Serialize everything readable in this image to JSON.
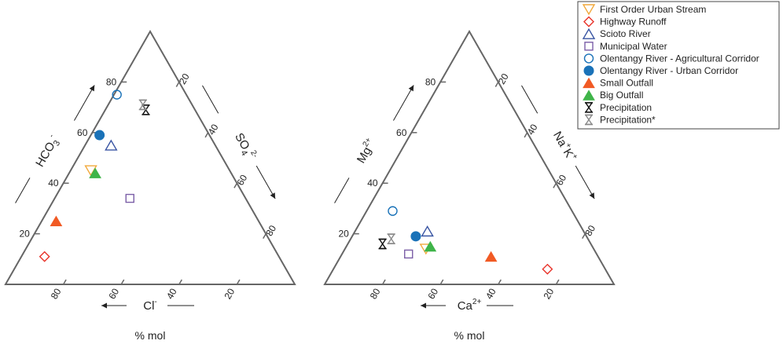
{
  "chart_data": [
    {
      "type": "scatter",
      "subtype": "ternary",
      "chart": "anion",
      "xlabel": "% mol",
      "axes": {
        "left": {
          "label": "HCO3",
          "sup": "-",
          "arrow": "up"
        },
        "right": {
          "label": "SO4",
          "sup": "2-",
          "arrow": "down"
        },
        "bottom": {
          "label": "Cl",
          "sup": "-",
          "arrow": "left"
        }
      },
      "ticks": {
        "left": [
          "20",
          "40",
          "60",
          "80"
        ],
        "right": [
          "20",
          "40",
          "60",
          "80"
        ],
        "bottom": [
          "80",
          "60",
          "40",
          "20"
        ]
      },
      "range": [
        0,
        100
      ],
      "grid": false,
      "points": [
        {
          "series": "First Order Urban Stream",
          "cl": 48,
          "so4": 7,
          "hco3": 45
        },
        {
          "series": "Highway Runoff",
          "cl": 81,
          "so4": 8,
          "hco3": 11
        },
        {
          "series": "Scioto River",
          "cl": 36,
          "so4": 9,
          "hco3": 55
        },
        {
          "series": "Municipal Water",
          "cl": 40,
          "so4": 26,
          "hco3": 34
        },
        {
          "series": "Olentangy River - Agricultural Corridor",
          "cl": 24,
          "so4": 1,
          "hco3": 75
        },
        {
          "series": "Olentangy River - Urban Corridor",
          "cl": 38,
          "so4": 3,
          "hco3": 59
        },
        {
          "series": "Small Outfall",
          "cl": 70,
          "so4": 5,
          "hco3": 25
        },
        {
          "series": "Big Outfall",
          "cl": 47,
          "so4": 9,
          "hco3": 44
        },
        {
          "series": "Precipitation",
          "cl": 17,
          "so4": 14,
          "hco3": 69
        },
        {
          "series": "Precipitation*",
          "cl": 17,
          "so4": 12,
          "hco3": 71
        }
      ]
    },
    {
      "type": "scatter",
      "subtype": "ternary",
      "chart": "cation",
      "xlabel": "% mol",
      "axes": {
        "left": {
          "label": "Mg",
          "sup": "2+",
          "arrow": "up"
        },
        "right": {
          "label": "Na",
          "sup": "+",
          "label2": "K",
          "sup2": "+",
          "arrow": "down"
        },
        "bottom": {
          "label": "Ca",
          "sup": "2+",
          "arrow": "left"
        }
      },
      "ticks": {
        "left": [
          "20",
          "40",
          "60",
          "80"
        ],
        "right": [
          "20",
          "40",
          "60",
          "80"
        ],
        "bottom": [
          "80",
          "60",
          "40",
          "20"
        ]
      },
      "range": [
        0,
        100
      ],
      "grid": false,
      "points": [
        {
          "series": "First Order Urban Stream",
          "ca": 58,
          "mg": 14,
          "nak": 28
        },
        {
          "series": "Highway Runoff",
          "ca": 20,
          "mg": 6,
          "nak": 74
        },
        {
          "series": "Scioto River",
          "ca": 54,
          "mg": 21,
          "nak": 25
        },
        {
          "series": "Municipal Water",
          "ca": 65,
          "mg": 12,
          "nak": 23
        },
        {
          "series": "Olentangy River - Agricultural Corridor",
          "ca": 62,
          "mg": 29,
          "nak": 9
        },
        {
          "series": "Olentangy River - Urban Corridor",
          "ca": 59,
          "mg": 19,
          "nak": 22
        },
        {
          "series": "Small Outfall",
          "ca": 37,
          "mg": 11,
          "nak": 52
        },
        {
          "series": "Big Outfall",
          "ca": 56,
          "mg": 15,
          "nak": 29
        },
        {
          "series": "Precipitation",
          "ca": 72,
          "mg": 16,
          "nak": 12
        },
        {
          "series": "Precipitation*",
          "ca": 68,
          "mg": 18,
          "nak": 14
        }
      ]
    }
  ],
  "legend": {
    "position": "top-right",
    "entries": [
      {
        "name": "First Order Urban Stream",
        "marker": "triangle-down-open",
        "color": "#f2a93b"
      },
      {
        "name": "Highway Runoff",
        "marker": "diamond-open",
        "color": "#e8332a"
      },
      {
        "name": "Scioto River",
        "marker": "triangle-up-open",
        "color": "#3955a3"
      },
      {
        "name": "Municipal Water",
        "marker": "square-open",
        "color": "#7b5ea7"
      },
      {
        "name": "Olentangy River - Agricultural Corridor",
        "marker": "circle-open",
        "color": "#1a72b8"
      },
      {
        "name": "Olentangy River - Urban Corridor",
        "marker": "circle-filled",
        "color": "#1a72b8"
      },
      {
        "name": "Small Outfall",
        "marker": "triangle-up-filled",
        "color": "#f15a24"
      },
      {
        "name": "Big Outfall",
        "marker": "triangle-up-filled",
        "color": "#3fb449"
      },
      {
        "name": "Precipitation",
        "marker": "hourglass",
        "color": "#111111"
      },
      {
        "name": "Precipitation*",
        "marker": "hourglass",
        "color": "#8a8a8a"
      }
    ]
  }
}
